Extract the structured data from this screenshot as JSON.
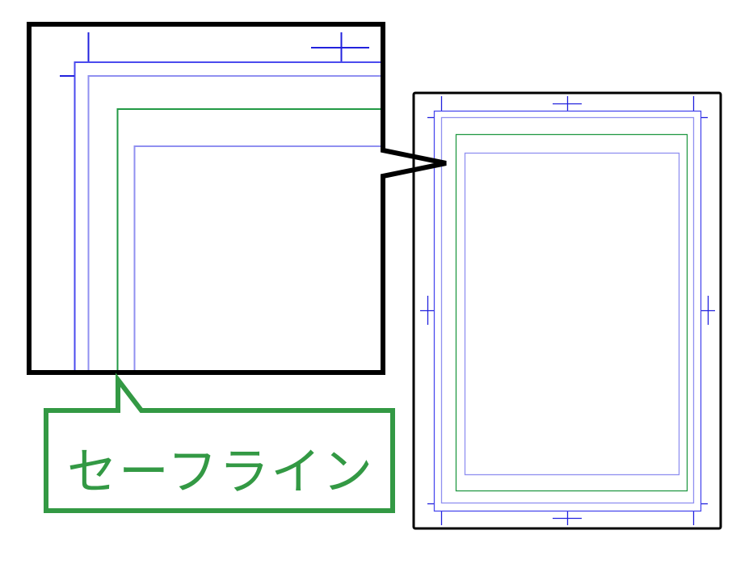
{
  "callout": {
    "label": "セーフライン",
    "color": "#339944"
  },
  "colors": {
    "frame": "#000000",
    "trim_line": "#4444ee",
    "bleed_line": "#9090f0",
    "safe_line": "#229944",
    "crop_mark": "#2222dd"
  },
  "lines": {
    "outer_blue": "trim-line",
    "light_blue": "bleed-line",
    "green": "safe-line",
    "inner_light_blue": "inner-frame-line"
  }
}
